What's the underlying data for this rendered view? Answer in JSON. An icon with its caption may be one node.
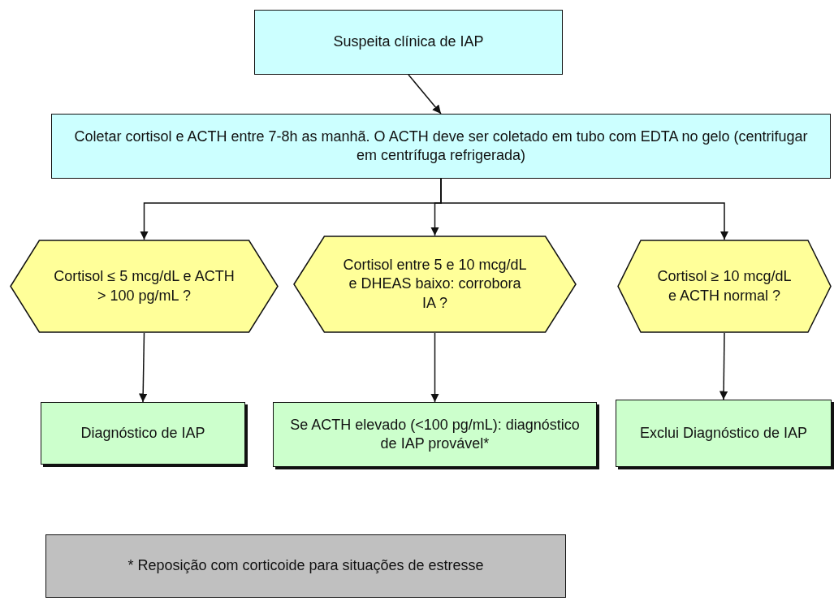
{
  "diagram": {
    "nodes": [
      {
        "text": [
          "Suspeita clínica de IAP"
        ]
      },
      {
        "text": [
          "Coletar cortisol e ACTH entre 7-8h as manhã. O ACTH deve ser coletado em tubo com EDTA no gelo (centrifugar em centrífuga refrigerada)"
        ]
      },
      {
        "text": [
          "Cortisol ≤ 5 mcg/dL e ACTH > 100 pg/mL ?"
        ]
      },
      {
        "text": [
          "Cortisol entre 5 e 10 mcg/dL e DHEAS baixo: corrobora IA ?"
        ]
      },
      {
        "text": [
          "Cortisol ≥ 10 mcg/dL e ACTH normal ?"
        ]
      },
      {
        "text": [
          "Diagnóstico de IAP"
        ]
      },
      {
        "text": [
          "Se ACTH elevado (<100 pg/mL): diagnóstico de IAP provável*"
        ]
      },
      {
        "text": [
          "Exclui Diagnóstico de IAP"
        ]
      },
      {
        "text": [
          "* Reposição com corticoide para situações de estresse"
        ]
      }
    ],
    "edges": [
      {
        "from": 0,
        "to": 1,
        "arrow": "to"
      },
      {
        "from": 1,
        "to": 2,
        "arrow": "to"
      },
      {
        "from": 1,
        "to": 3,
        "arrow": "to"
      },
      {
        "from": 1,
        "to": 4,
        "arrow": "to"
      },
      {
        "from": 2,
        "to": 5,
        "arrow": "to"
      },
      {
        "from": 3,
        "to": 6,
        "arrow": "to"
      },
      {
        "from": 4,
        "to": 7,
        "arrow": "to"
      }
    ]
  }
}
